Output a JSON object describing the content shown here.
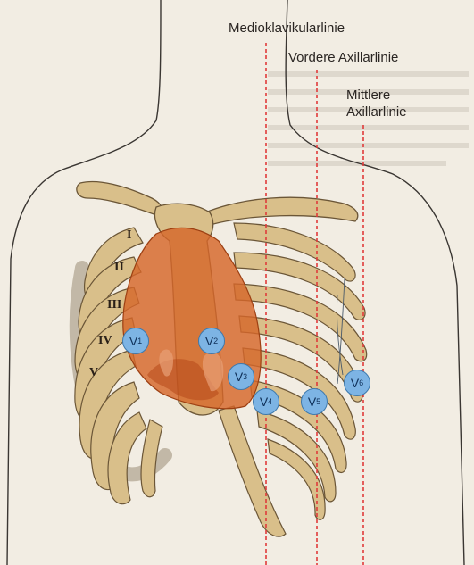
{
  "labels": {
    "medioklavikular": "Medioklavikularlinie",
    "vordere_axillar": "Vordere Axillarlinie",
    "mittlere_axillar_1": "Mittlere",
    "mittlere_axillar_2": "Axillarlinie"
  },
  "ribs": [
    "I",
    "II",
    "III",
    "IV",
    "V"
  ],
  "electrodes": [
    {
      "letter": "V",
      "index": "1"
    },
    {
      "letter": "V",
      "index": "2"
    },
    {
      "letter": "V",
      "index": "3"
    },
    {
      "letter": "V",
      "index": "4"
    },
    {
      "letter": "V",
      "index": "5"
    },
    {
      "letter": "V",
      "index": "6"
    }
  ],
  "colors": {
    "background": "#f2ede3",
    "bone": "#d9bf8a",
    "bone_outline": "#6b5637",
    "heart": "#d5672a",
    "electrode": "#7db4e4",
    "reference_line": "#e03b3b"
  }
}
